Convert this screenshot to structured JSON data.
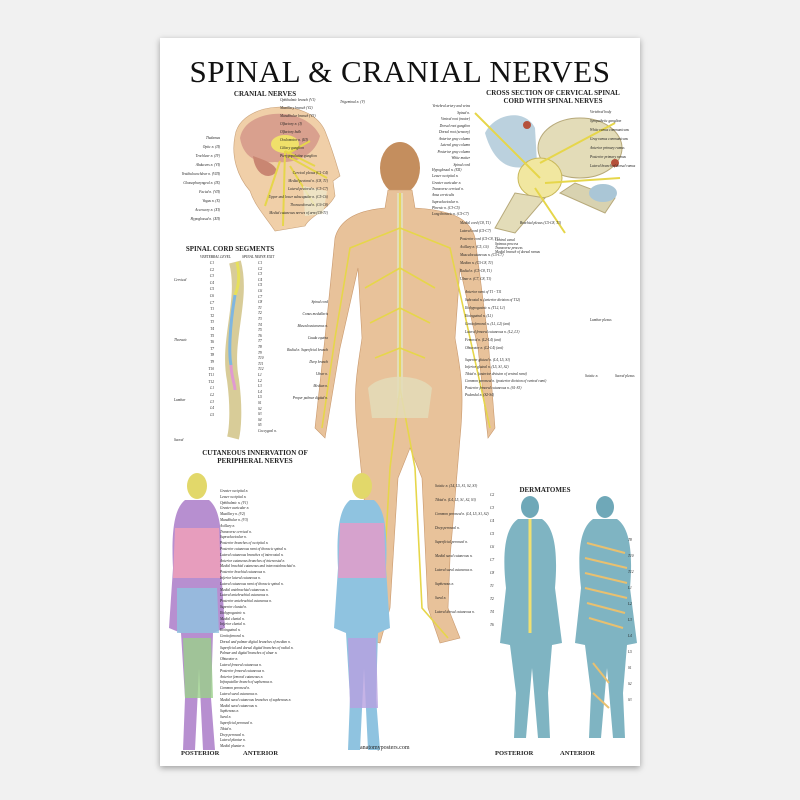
{
  "title": "SPINAL & CRANIAL NERVES",
  "sections": {
    "cranial": "CRANIAL NERVES",
    "cross_section": "CROSS SECTION OF CERVICAL SPINAL CORD WITH SPINAL NERVES",
    "segments": "SPINAL CORD SEGMENTS",
    "segments_col1": "VERTEBRAL LEVEL",
    "segments_col2": "SPINAL NERVE EXIT",
    "cutaneous": "CUTANEOUS INNERVATION OF PERIPHERAL NERVES",
    "dermatomes": "DERMATOMES"
  },
  "cranial_labels_left": [
    "Thalamus",
    "Optic n. (II)",
    "Trochlear n. (IV)",
    "Abducens n. (VI)",
    "Vestibulocochlear n. (VIII)",
    "Glossopharyngeal n. (IX)",
    "Facial n. (VII)",
    "Vagus n. (X)",
    "Accessory n. (XI)",
    "Hypoglossal n. (XII)"
  ],
  "cranial_labels_right": [
    "Ophthalmic branch (V1)",
    "Maxillary branch (V2)",
    "Mandibular branch (V3)",
    "Olfactory n. (I)",
    "Olfactory bulb",
    "Oculomotor n. (III)",
    "Ciliary ganglion",
    "Pterygopalatine ganglion"
  ],
  "trigeminal_label": "Trigeminal n. (V)",
  "cross_labels_left": [
    "Vertebral artery and veins",
    "Spinal n.",
    "Ventral root (motor)",
    "Dorsal root ganglion",
    "Dorsal root (sensory)",
    "Anterior gray column",
    "Lateral gray column",
    "Posterior gray column",
    "White matter",
    "Spinal cord"
  ],
  "cross_labels_right": [
    "Vertebral body",
    "Sympathetic ganglion",
    "White ramus communicans",
    "Gray ramus communicans",
    "Anterior primary ramus",
    "Posterior primary ramus",
    "Lateral branch of dorsal ramus"
  ],
  "cross_labels_bottom": [
    "Central canal",
    "Spinous process",
    "Transverse process",
    "Medial branch of dorsal ramus"
  ],
  "spine": {
    "regions": [
      "Cervical",
      "Thoracic",
      "Lumbar",
      "Sacral"
    ],
    "vertebral": [
      "C1",
      "C2",
      "C3",
      "C4",
      "C5",
      "C6",
      "C7",
      "T1",
      "T2",
      "T3",
      "T4",
      "T5",
      "T6",
      "T7",
      "T8",
      "T9",
      "T10",
      "T11",
      "T12",
      "L1",
      "L2",
      "L3",
      "L4",
      "L5"
    ],
    "exit": [
      "C1",
      "C2",
      "C3",
      "C4",
      "C5",
      "C6",
      "C7",
      "C8",
      "T1",
      "T2",
      "T3",
      "T4",
      "T5",
      "T6",
      "T7",
      "T8",
      "T9",
      "T10",
      "T11",
      "T12",
      "L1",
      "L2",
      "L3",
      "L4",
      "L5",
      "S1",
      "S2",
      "S3",
      "S4",
      "S5",
      "Coccygeal n."
    ]
  },
  "body_labels_left": [
    "Cervical plexus (C1-C4)",
    "Medial pectoral n. (C8, T1)",
    "Lateral pectoral n. (C5-C7)",
    "Upper and lower subscapular n. (C5-C6)",
    "Thoracodorsal n. (C6-C8)",
    "Medial cutaneous nerves of arm (C8-T1)",
    "Spinal cord",
    "Conus medullaris",
    "Musculocutaneous n.",
    "Cauda equina",
    "Radial n. Superficial branch",
    "Deep branch",
    "Ulnar n.",
    "Median n.",
    "Proper palmar digital n."
  ],
  "body_labels_right": [
    "Hypoglossal n. (XII)",
    "Lesser occipital n.",
    "Greater auricular n.",
    "Transverse cervical n.",
    "Ansa cervicalis",
    "Supraclavicular n.",
    "Phrenic n. (C3-C5)",
    "Long thoracic n. (C5-C7)",
    "Medial cord (C8, T1)",
    "Lateral cord (C5-C7)",
    "Posterior cord (C5-C8, T1)",
    "Axillary n. (C5, C6)",
    "Musculocutaneous n. (C5-C7)",
    "Median n. (C5-C8, T1)",
    "Radial n. (C5-C8, T1)",
    "Ulnar n. (C7, C8, T1)",
    "Anterior rami of T1 - T11",
    "Subcostal n. (anterior division of T12)",
    "Iliohypogastric n. (T12, L1)",
    "Ilioinguinal n. (L1)",
    "Genitofemoral n. (L1, L2) (ant)",
    "Lateral femoral cutaneous n. (L2, L3)",
    "Femoral n. (L2-L4) (ant)",
    "Obturator n. (L2-L4) (ant)",
    "Superior gluteal n. (L4, L5, S1)",
    "Inferior gluteal n. (L5, S1, S2)",
    "Tibial n. (anterior division of ventral rami)",
    "Common peroneal n. (posterior division of ventral rami)",
    "Posterior femoral cutaneous n. (S1-S3)",
    "Pudendal n. (S2-S4)"
  ],
  "brachial_plexus": "Brachial plexus (C5-C8, T1)",
  "lumbar_plexus": "Lumbar plexus",
  "sciatic_bracket": "Sciatic n.",
  "sacral_plexus": "Sacral plexus",
  "leg_labels": [
    "Sciatic n. (L4, L5, S1, S2, S3)",
    "Tibial n. (L4, L5, S1, S2, S3)",
    "Common peroneal n. (L4, L5, S1, S2)",
    "Deep peroneal n.",
    "Superficial peroneal n.",
    "Medial sural cutaneous n.",
    "Lateral sural cutaneous n.",
    "Saphenous n.",
    "Sural n.",
    "Lateral dorsal cutaneous n."
  ],
  "cutaneous_labels": [
    "Greater occipital n.",
    "Lesser occipital n.",
    "Ophthalmic n. (V1)",
    "Greater auricular n.",
    "Maxillary n. (V2)",
    "Mandibular n. (V3)",
    "Axillary n.",
    "Transverse cervical n.",
    "Supraclavicular n.",
    "Posterior branches of occipital n.",
    "Posterior cutaneous rami of thoracic spinal n.",
    "Lateral cutaneous branches of intercostal n.",
    "Anterior cutaneous branches of intercostal n.",
    "Medial brachial cutaneous and intercostobrachial n.",
    "Posterior brachial cutaneous n.",
    "Inferior lateral cutaneous n.",
    "Lateral cutaneous rami of thoracic spinal n.",
    "Medial antebrachial cutaneous n.",
    "Lateral antebrachial cutaneous n.",
    "Posterior antebrachial cutaneous n.",
    "Superior clunial n.",
    "Iliohypogastric n.",
    "Medial clunial n.",
    "Inferior clunial n.",
    "Ilioinguinal n.",
    "Genitofemoral n.",
    "Dorsal and palmar digital branches of median n.",
    "Superficial and dorsal digital branches of radial n.",
    "Palmar and digital branches of ulnar n.",
    "Obturator n.",
    "Lateral femoral cutaneous n.",
    "Posterior femoral cutaneous n.",
    "Anterior femoral cutaneous n.",
    "Infrapatellar branch of saphenous n.",
    "Common peroneal n.",
    "Lateral sural cutaneous n.",
    "Medial sural cutaneous branches of saphenous n.",
    "Medial sural cutaneous n.",
    "Saphenous n.",
    "Sural n.",
    "Superficial peroneal n.",
    "Tibial n.",
    "Deep peroneal n.",
    "Lateral plantar n.",
    "Medial plantar n."
  ],
  "views": {
    "posterior": "POSTERIOR",
    "anterior": "ANTERIOR"
  },
  "dermatome_labels": [
    "C2",
    "C3",
    "C4",
    "C5",
    "C6",
    "C7",
    "C8",
    "T1",
    "T2",
    "T4",
    "T6",
    "T8",
    "T10",
    "T12",
    "L1",
    "L2",
    "L3",
    "L4",
    "L5",
    "S1",
    "S2",
    "S3"
  ],
  "website": "anatomyposters.com",
  "colors": {
    "nerve": "#e6d64a",
    "skin": "#e8c29a",
    "bone": "#e3dcb8",
    "brain": "#d9a08e",
    "derm": "#6fa8b8"
  }
}
